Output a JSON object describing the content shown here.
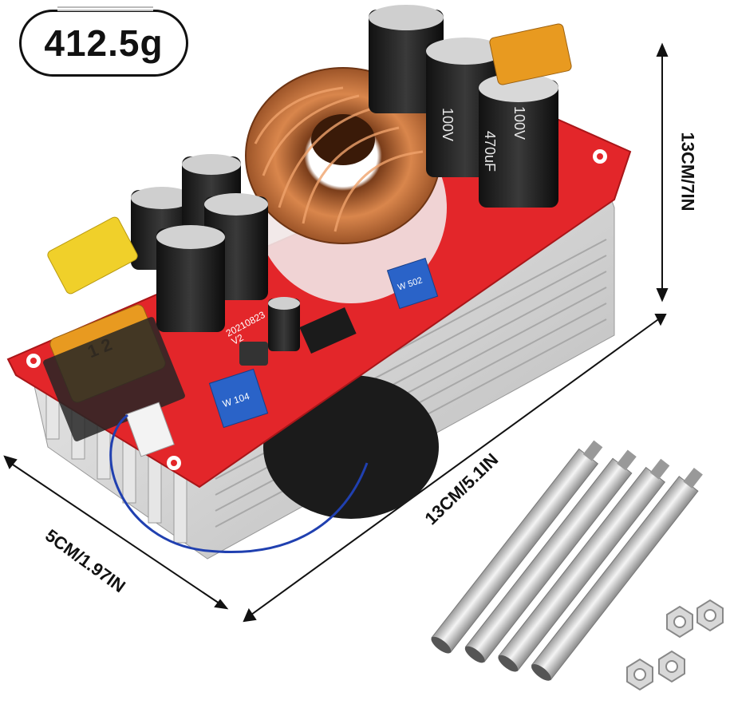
{
  "product": {
    "weight_label": "412.5g",
    "dimensions": {
      "height_label": "13CM/7IN",
      "length_label": "13CM/5.1IN",
      "width_label": "5CM/1.97IN"
    },
    "capacitor_label_1": "470uF",
    "capacitor_label_2": "100V",
    "capacitor_label_3": "100V",
    "board_code": "20210823",
    "board_rev": "V2",
    "trimpot_label": "W 104",
    "trimpot_label_2": "W 502",
    "fuse_label": "1 2"
  },
  "colors": {
    "pcb": "#e3262a",
    "heatsink": "#d9d9d9",
    "copper": "#c8703a",
    "capacitor": "#1e1e1e",
    "fuse": "#e8a020",
    "trimpot": "#2a63c8"
  }
}
